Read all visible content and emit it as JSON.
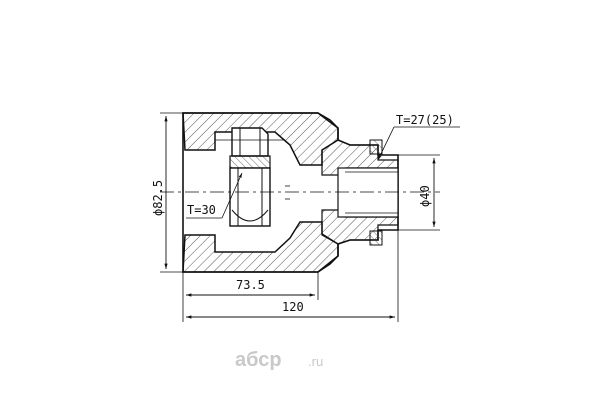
{
  "drawing": {
    "dimensions": {
      "diameter_outer": "ϕ82.5",
      "diameter_bore": "ϕ40",
      "length_inner": "73.5",
      "length_total": "120",
      "spline_outer": "T=27(25)",
      "spline_inner": "T=30"
    }
  },
  "watermark": {
    "brand": "абср",
    "domain": ".ru"
  }
}
